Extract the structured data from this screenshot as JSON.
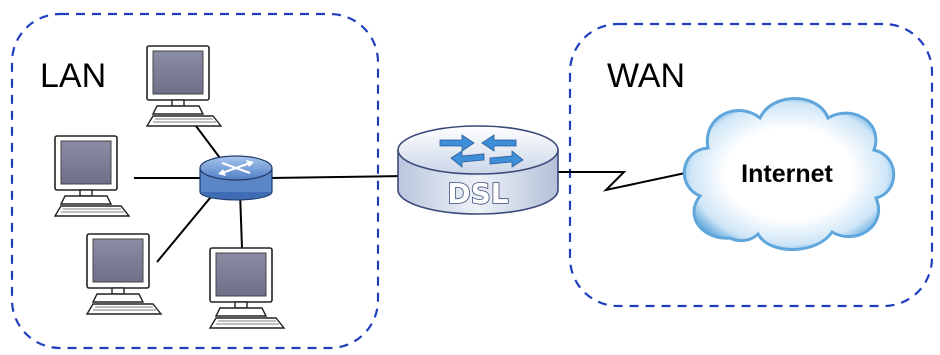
{
  "zones": {
    "lan": {
      "label": "LAN"
    },
    "wan": {
      "label": "WAN"
    }
  },
  "devices": {
    "router": {
      "label": "DSL"
    },
    "internet": {
      "label": "Internet"
    }
  },
  "colors": {
    "zone_border": "#1f3fbf",
    "computer_screen": "#7c7f96",
    "switch_body": "#6f98d6",
    "router_top": "#dfe7f3",
    "cloud_edge": "#5fa6dc"
  },
  "icons": [
    "computer-icon",
    "switch-icon",
    "dsl-router-icon",
    "cloud-icon"
  ]
}
